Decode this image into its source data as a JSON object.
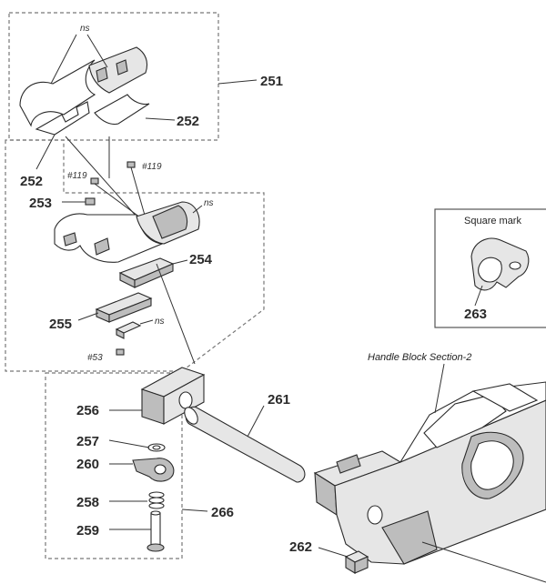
{
  "callouts": {
    "c251": "251",
    "c252a": "252",
    "c252b": "252",
    "c253": "253",
    "c254": "254",
    "c255": "255",
    "c256": "256",
    "c257": "257",
    "c258": "258",
    "c259": "259",
    "c260": "260",
    "c261": "261",
    "c262": "262",
    "c263": "263",
    "c266": "266"
  },
  "small_labels": {
    "ns_top": "ns",
    "ns_mid": "ns",
    "ns_low": "ns",
    "ref119a": "#119",
    "ref119b": "#119",
    "ref53": "#53"
  },
  "captions": {
    "square_mark": "Square mark",
    "handle_block": "Handle Block Section-2"
  }
}
